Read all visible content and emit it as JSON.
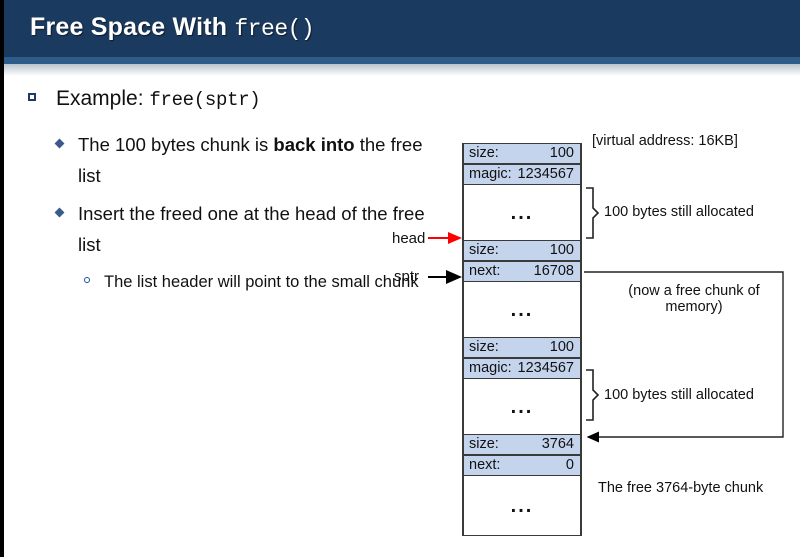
{
  "slide": {
    "title_main": "Free Space With ",
    "title_code": "free()",
    "theme": {
      "header_bg": "#1b3a5f",
      "accent": "#2e5c8a",
      "row_fill": "#c5d4ed",
      "head_arrow": "#ff0000",
      "sptr_arrow": "#000000"
    }
  },
  "bullets": {
    "level1": {
      "text": "Example: ",
      "code": "free(sptr)"
    },
    "level2": [
      {
        "pre": "The 100 bytes chunk is ",
        "bold": "back into",
        "post": " the free list"
      },
      {
        "pre": "Insert the freed one at the head of the free list",
        "bold": "",
        "post": ""
      }
    ],
    "level3": [
      {
        "text": "The list header will point to the small chunk"
      }
    ]
  },
  "diagram": {
    "virtual_address_label": "[virtual address: 16KB]",
    "pointers": [
      {
        "name": "head",
        "label": "head",
        "color": "#ff0000"
      },
      {
        "name": "sptr",
        "label": "sptr",
        "color": "#000000"
      }
    ],
    "rows": [
      {
        "kind": "header",
        "key": "size:",
        "value": "100"
      },
      {
        "kind": "header",
        "key": "magic:",
        "value": "1234567"
      },
      {
        "kind": "body",
        "dots": "..."
      },
      {
        "kind": "header",
        "key": "size:",
        "value": "100"
      },
      {
        "kind": "header",
        "key": "next:",
        "value": "16708"
      },
      {
        "kind": "body",
        "dots": "..."
      },
      {
        "kind": "header",
        "key": "size:",
        "value": "100"
      },
      {
        "kind": "header",
        "key": "magic:",
        "value": "1234567"
      },
      {
        "kind": "body",
        "dots": "..."
      },
      {
        "kind": "header",
        "key": "size:",
        "value": "3764"
      },
      {
        "kind": "header",
        "key": "next:",
        "value": "0"
      },
      {
        "kind": "body",
        "dots": "..."
      }
    ],
    "annotations": [
      {
        "name": "alloc-top",
        "text": "100 bytes still allocated"
      },
      {
        "name": "free-chunk",
        "text": "(now a free chunk of memory)"
      },
      {
        "name": "alloc-bottom",
        "text": "100 bytes still allocated"
      },
      {
        "name": "free-3764",
        "text": "The free 3764-byte chunk"
      }
    ]
  }
}
